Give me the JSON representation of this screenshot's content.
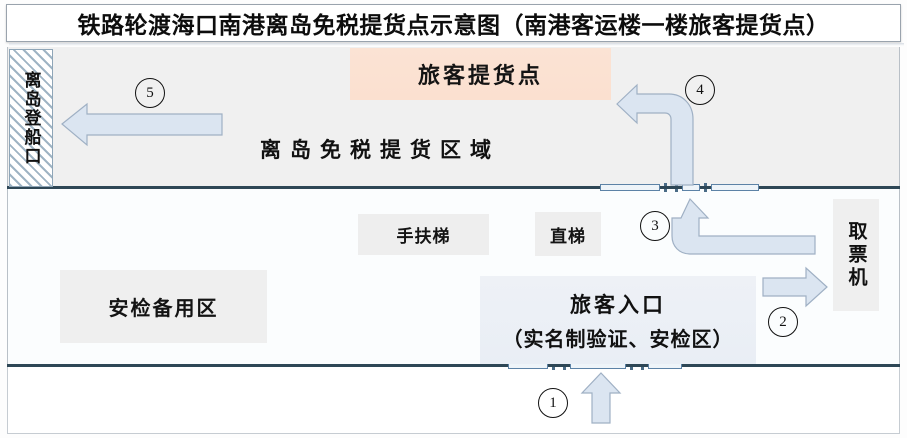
{
  "header": {
    "title": "铁路轮渡海口南港离岛免税提货点示意图（南港客运楼一楼旅客提货点）"
  },
  "diagram": {
    "boarding_gate_label": "离岛登船口",
    "pickup_point_label": "旅客提货点",
    "zone_label": "离岛免税提货区域",
    "escalator_label": "手扶梯",
    "elevator_label": "直梯",
    "security_spare_label": "安检备用区",
    "entrance_label_line1": "旅客入口",
    "entrance_label_line2": "（实名制验证、安检区）",
    "ticket_machine_label": "取票机",
    "steps": [
      {
        "id": "step-1",
        "number": "1"
      },
      {
        "id": "step-2",
        "number": "2"
      },
      {
        "id": "step-3",
        "number": "3"
      },
      {
        "id": "step-4",
        "number": "4"
      },
      {
        "id": "step-5",
        "number": "5"
      }
    ],
    "arrows": [
      {
        "name": "arrow-entry-up",
        "direction": "up"
      },
      {
        "name": "arrow-to-ticket-machine",
        "direction": "right"
      },
      {
        "name": "arrow-up-through-gate",
        "direction": "left-to-up"
      },
      {
        "name": "arrow-turn-to-pickup",
        "direction": "up-to-left"
      },
      {
        "name": "arrow-to-boarding-gate",
        "direction": "left"
      }
    ],
    "colors": {
      "pickup_point_bg": "#fbe3d4",
      "arrow_fill": "#dbe5f1",
      "arrow_stroke": "#9fb0c4",
      "wall": "#2e4756",
      "upper_hall_bg": "#f0f0f0",
      "room_bg": "#eeeeee",
      "entrance_bg": "#eef1f6"
    }
  }
}
